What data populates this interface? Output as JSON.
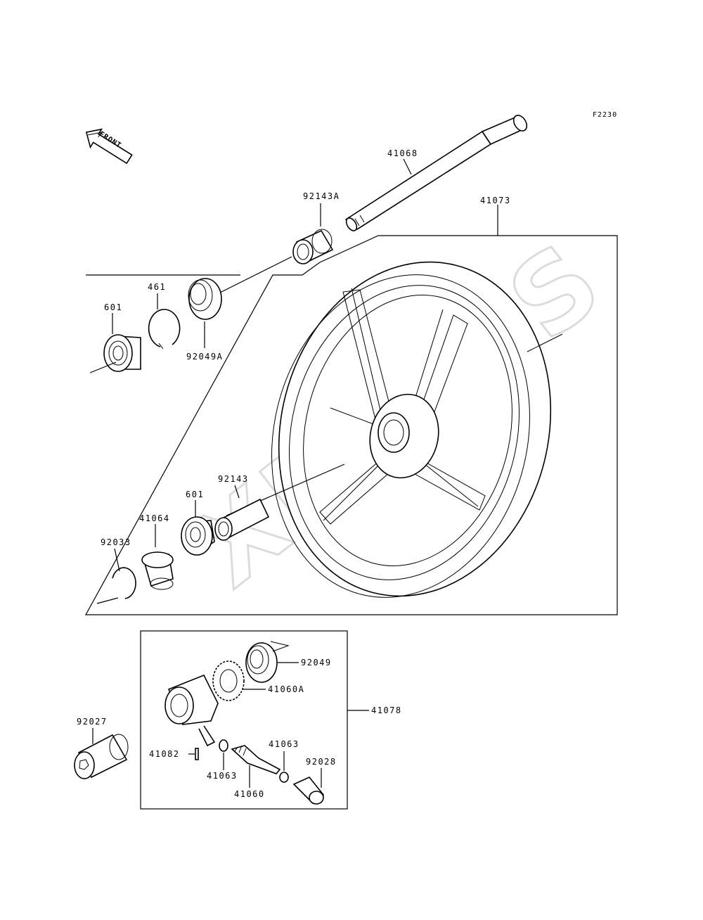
{
  "diagram": {
    "code": "F2230",
    "front_label": "FRONT",
    "watermark": "XPARTS",
    "callouts": {
      "axle": "41068",
      "collar_a": "92143A",
      "wheel": "41073",
      "circlip": "461",
      "bearing_top": "601",
      "seal_a": "92049A",
      "collar": "92143",
      "bearing_bottom": "601",
      "hub_cover": "41064",
      "snap_ring": "92033",
      "seal": "92049",
      "gear": "41060A",
      "gearbox_assy": "41078",
      "hex_bolt": "92027",
      "pin": "41082",
      "washer_left": "41063",
      "washer_right": "41063",
      "bushing": "92028",
      "pinion": "41060"
    }
  }
}
